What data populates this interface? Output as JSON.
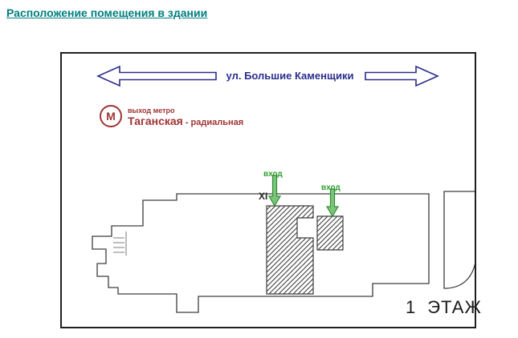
{
  "page": {
    "title": "Расположение помещения в здании"
  },
  "street": {
    "label": "ул. Большие Каменщики"
  },
  "metro": {
    "symbol": "М",
    "exit_label": "выход метро",
    "station_name": "Таганская",
    "station_type": "- радиальная"
  },
  "plan": {
    "entrance1_label": "вход",
    "entrance2_label": "вход",
    "marker": "XI",
    "floor_number": "1",
    "floor_word": "ЭТАЖ"
  },
  "colors": {
    "title_teal": "#007e7e",
    "street_navy": "#2b2e8c",
    "metro_red": "#a03434",
    "entrance_green": "#2f9e2f",
    "plan_outline": "#3d3d3d"
  }
}
